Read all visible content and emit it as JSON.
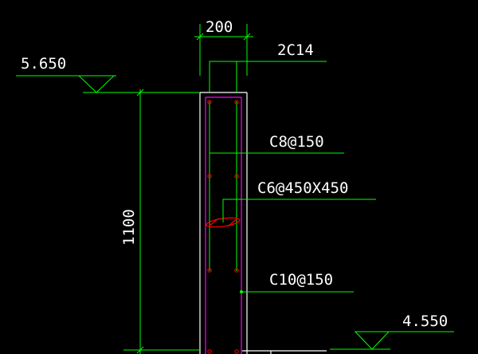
{
  "colors": {
    "background": "#000000",
    "dimension": "#00ff00",
    "outline": "#ffffff",
    "stirrup": "#ff00ff",
    "rebar": "#ff0000",
    "text": "#ffffff"
  },
  "dimensions": {
    "width": "200",
    "height": "1100"
  },
  "elevations": {
    "top": "5.650",
    "bottom": "4.550"
  },
  "rebar_labels": {
    "top_bars": "2C14",
    "vertical": "C8@150",
    "tie": "C6@450X450",
    "horizontal": "C10@150"
  }
}
